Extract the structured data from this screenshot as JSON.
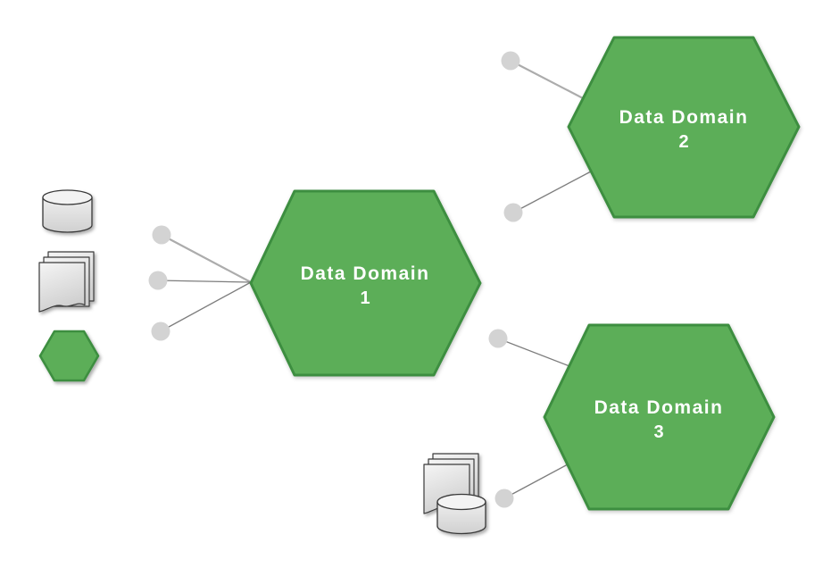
{
  "diagram": {
    "kind": "data-domain-diagram",
    "nodes": [
      {
        "name": "Data Domain",
        "number": "1"
      },
      {
        "name": "Data Domain",
        "number": "2"
      },
      {
        "name": "Data Domain",
        "number": "3"
      }
    ],
    "icon_groups": {
      "left_of_domain_1": [
        "database-icon",
        "documents-icon",
        "hexagon-icon"
      ],
      "above_domain_2": [
        "database-icon"
      ],
      "below_domain_3": [
        "documents-icon",
        "database-icon"
      ]
    },
    "colors": {
      "hexagon_fill": "#5CAE58",
      "hexagon_border": "#3E8E41",
      "endpoint_fill": "#D3D3D3",
      "connector_light": "#ACACAC",
      "connector_dark": "#7D7D7D",
      "label_text": "#FFFFFF",
      "icon_fill_light": "#F3F3F3",
      "icon_fill_dark": "#D0D0D0",
      "background": "#FFFFFF"
    }
  }
}
